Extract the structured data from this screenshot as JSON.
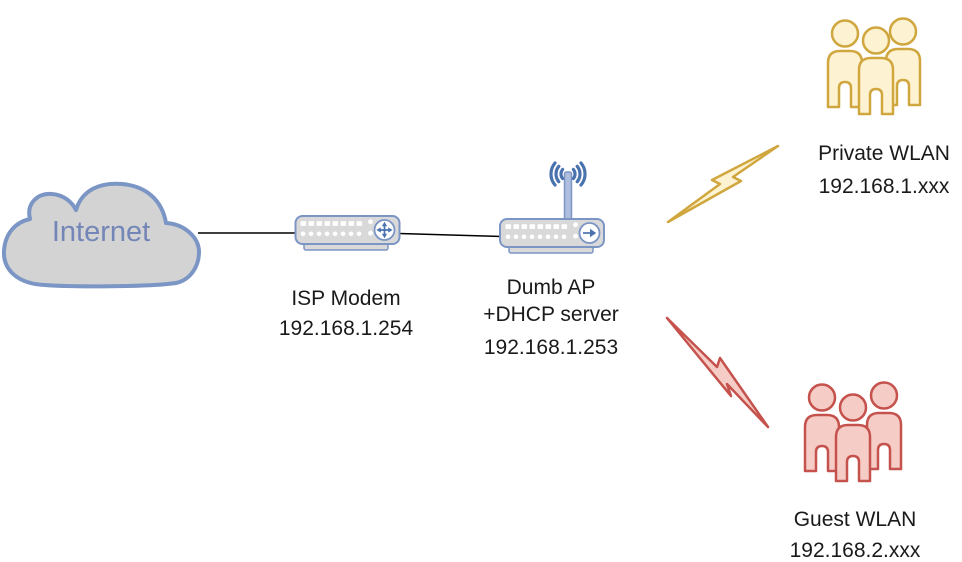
{
  "nodes": {
    "internet": {
      "label": "Internet"
    },
    "isp_modem": {
      "name": "ISP Modem",
      "ip": "192.168.1.254"
    },
    "dumb_ap": {
      "name": "Dumb AP",
      "role": "+DHCP server",
      "ip": "192.168.1.253"
    },
    "private_wlan": {
      "name": "Private WLAN",
      "ip": "192.168.1.xxx"
    },
    "guest_wlan": {
      "name": "Guest WLAN",
      "ip": "192.168.2.xxx"
    }
  },
  "icons": {
    "internet": "cloud-icon",
    "isp_modem": "router-icon",
    "dumb_ap": "wireless-router-icon",
    "private_wlan": "users-group-icon",
    "guest_wlan": "users-group-icon",
    "wireless_links": "lightning-bolt-icon"
  },
  "colors": {
    "device_stroke": "#7b95c5",
    "device_fill": "#d9d9d9",
    "cloud_fill": "#d3d3d3",
    "cloud_text": "#7386b7",
    "pole_fill": "#aebfdd",
    "wave_blue": "#4a72ae",
    "gold_stroke": "#d0a63e",
    "gold_fill": "#fdf3d2",
    "red_stroke": "#c5524c",
    "red_fill": "#f6ccc7",
    "wire": "#000000",
    "label_text": "#1a1a1a"
  }
}
